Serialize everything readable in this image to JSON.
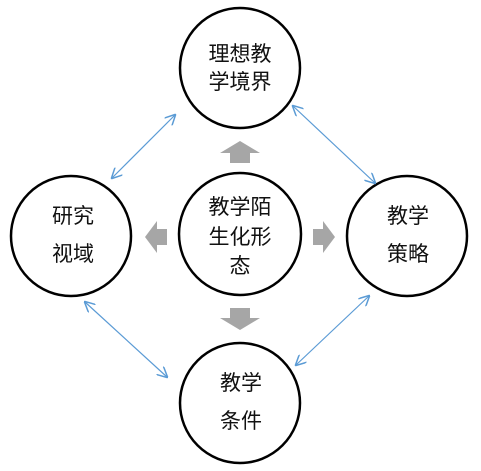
{
  "nodes": {
    "top": {
      "lines": [
        "理想教",
        "学境界"
      ]
    },
    "left": {
      "lines": [
        "研究",
        "视域"
      ]
    },
    "center": {
      "lines": [
        "教学陌",
        "生化形",
        "态"
      ]
    },
    "right": {
      "lines": [
        "教学",
        "策略"
      ]
    },
    "bottom": {
      "lines": [
        "教学",
        "条件"
      ]
    }
  },
  "colors": {
    "circle_stroke": "#000000",
    "block_arrow": "#a6a6a6",
    "link_arrow": "#5b9bd5",
    "text": "#111111"
  }
}
